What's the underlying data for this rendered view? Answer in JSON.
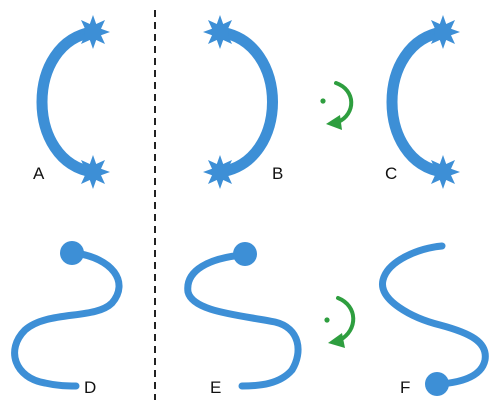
{
  "labels": {
    "a": "A",
    "b": "B",
    "c": "C",
    "d": "D",
    "e": "E",
    "f": "F"
  },
  "colors": {
    "shape": "#3d8fd6",
    "shape_dark": "#2f7cc4",
    "arrow": "#2e9e3f",
    "divider": "#222222",
    "text": "#111111"
  },
  "icons": {
    "sun_end": "spiked-circle",
    "ball_end": "filled-circle",
    "rotation": "curved-arrow-clockwise"
  }
}
